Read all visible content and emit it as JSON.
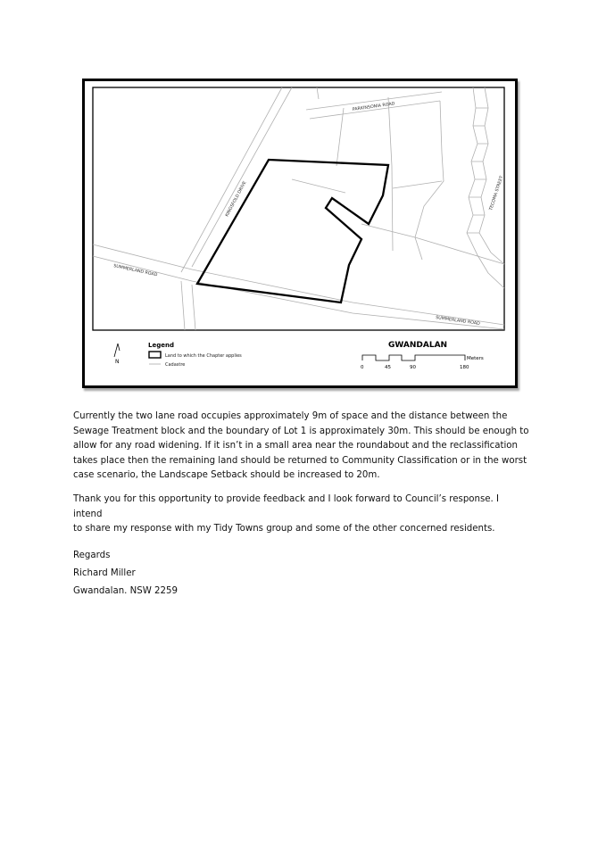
{
  "map": {
    "title": "GWANDALAN",
    "legend": {
      "heading": "Legend",
      "items": [
        {
          "label": "Land to which the Chapter applies"
        },
        {
          "label": "Cadastre"
        }
      ]
    },
    "north_label": "N",
    "scale": {
      "unit": "Meters",
      "ticks": [
        "0",
        "45",
        "90",
        "180"
      ]
    },
    "road_labels": {
      "top": "PARKINSONIA ROAD",
      "left_vertical": "KINGSFOLD DRIVE",
      "right_vertical": "TECOMA STREET",
      "summerland_left": "SUMMERLAND ROAD",
      "summerland_right": "SUMMERLAND ROAD"
    }
  },
  "paragraphs": [
    {
      "lines": [
        "Currently the two lane road occupies approximately 9m of space and the distance between the",
        "Sewage Treatment block and the boundary of Lot 1 is approximately 30m. This should be enough to",
        "allow for any road widening.  If it isn’t in a small area near the roundabout and the reclassification",
        "takes place then the remaining land should be returned to Community Classification or in the worst",
        "case scenario, the Landscape Setback should be increased to 20m."
      ]
    },
    {
      "lines": [
        "Thank you for this opportunity to provide feedback and I look forward to Council’s response. I intend",
        "to share my response with my Tidy Towns group and some of the other concerned residents."
      ]
    }
  ],
  "signoff": {
    "closing": "Regards",
    "name": "Richard Miller",
    "location": "Gwandalan. NSW 2259"
  }
}
